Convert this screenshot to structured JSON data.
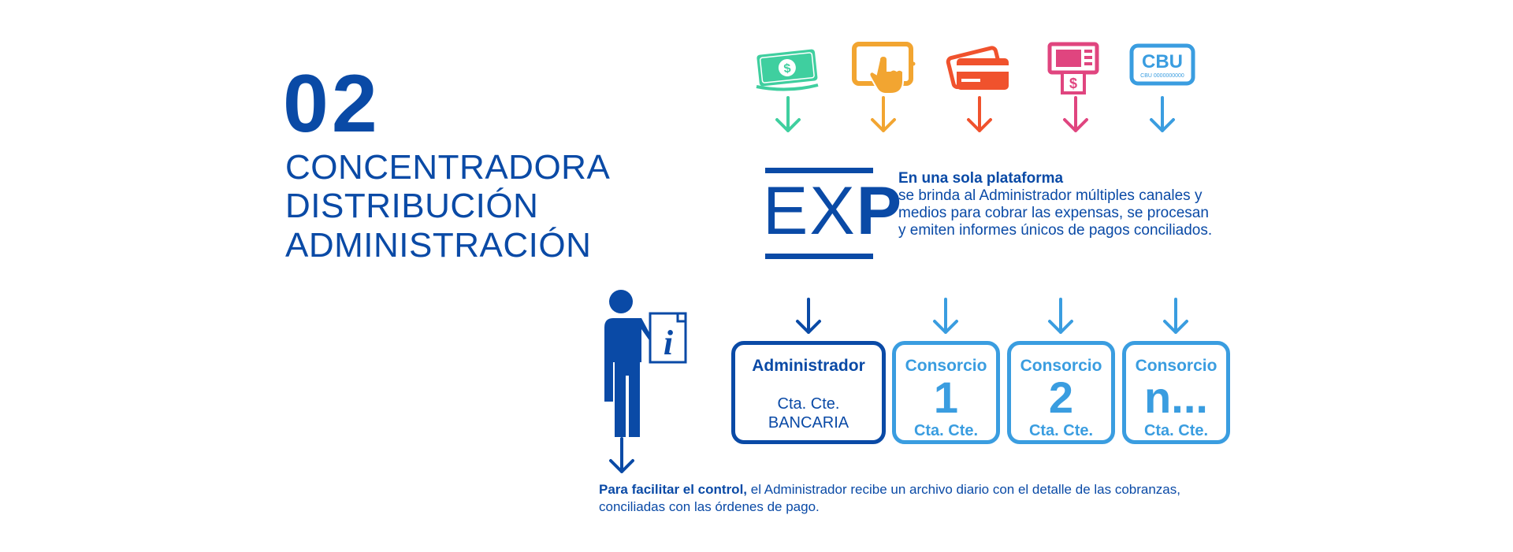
{
  "header": {
    "number": "02",
    "lines": [
      "CONCENTRADORA",
      "DISTRIBUCIÓN",
      "ADMINISTRACIÓN"
    ]
  },
  "channels": [
    {
      "icon": "cash-icon",
      "color": "#3fcf9f"
    },
    {
      "icon": "tablet-touch-icon",
      "color": "#f2a531"
    },
    {
      "icon": "credit-card-icon",
      "color": "#f0522d"
    },
    {
      "icon": "atm-icon",
      "color": "#e0457f"
    },
    {
      "icon": "cbu-icon",
      "color": "#3a9de0",
      "label": "CBU",
      "sublabel": "CBU 0000000000"
    }
  ],
  "exp": {
    "logo_plain": "EX",
    "logo_bold": "P",
    "desc_lead": "En una sola plataforma",
    "desc_body": "se  brinda al Administrador múltiples canales y medios para cobrar las expensas, se procesan y emiten informes únicos  de pagos conciliados."
  },
  "boxes": {
    "admin": {
      "title": "Administrador",
      "line1": "Cta. Cte.",
      "line2": "BANCARIA"
    },
    "consorcios": [
      {
        "title": "Consorcio",
        "num": "1",
        "foot": "Cta. Cte."
      },
      {
        "title": "Consorcio",
        "num": "2",
        "foot": "Cta. Cte."
      },
      {
        "title": "Consorcio",
        "num": "n...",
        "foot": "Cta. Cte."
      }
    ]
  },
  "footnote": {
    "bold": "Para facilitar el control,",
    "rest": " el Administrador recibe un archivo diario con el detalle de las cobranzas,",
    "line2": "conciliadas con las órdenes de pago."
  },
  "colors": {
    "primary": "#0a4aa6",
    "light_blue": "#3a9de0"
  }
}
